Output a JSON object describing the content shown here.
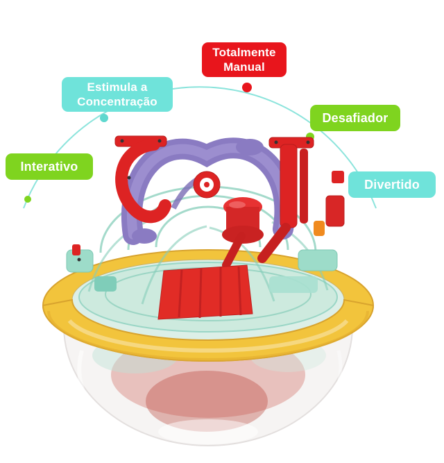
{
  "callouts": {
    "totalmente_manual": {
      "label": "Totalmente Manual",
      "color": "#e8151c"
    },
    "estimula_concentracao": {
      "label": "Estimula a Concentração",
      "color": "#6fe3da"
    },
    "desafiador": {
      "label": "Desafiador",
      "color": "#7fd41f"
    },
    "interativo": {
      "label": "Interativo",
      "color": "#7fd41f"
    },
    "divertido": {
      "label": "Divertido",
      "color": "#6fe3da"
    }
  },
  "markers": {
    "arc_color": "#8ce4dc",
    "dot_red": "#e8151c",
    "dot_teal": "#5fd8cf",
    "dot_green": "#7fd41f"
  },
  "ball_colors": {
    "ring_yellow": "#f2c43c",
    "track_purple": "#8a7bc2",
    "pieces_red": "#dd2323",
    "lattice_mint": "#9ddcc9",
    "dome_clear": "#f6f4f3"
  }
}
